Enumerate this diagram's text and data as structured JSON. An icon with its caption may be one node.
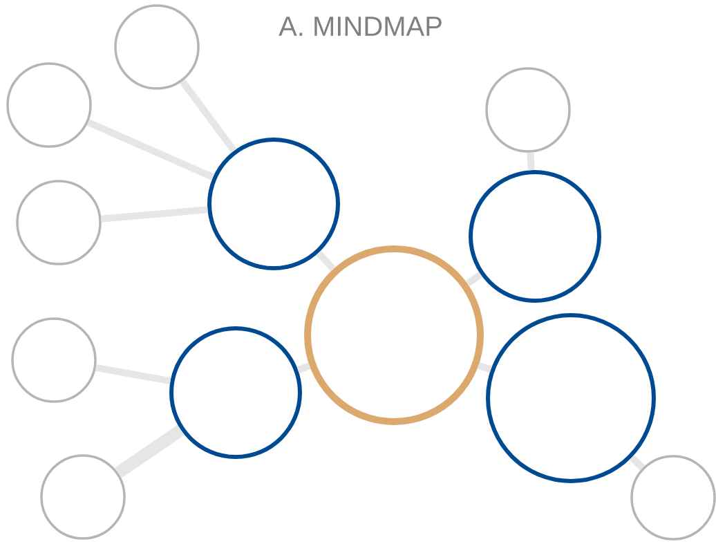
{
  "diagram": {
    "title": "A. MINDMAP",
    "nodes": [
      {
        "text": [],
        "shape": "circle"
      },
      {
        "text": [],
        "shape": "circle"
      },
      {
        "text": [],
        "shape": "circle"
      },
      {
        "text": [],
        "shape": "circle"
      },
      {
        "text": [],
        "shape": "circle"
      },
      {
        "text": [],
        "shape": "circle"
      },
      {
        "text": [],
        "shape": "circle"
      },
      {
        "text": [],
        "shape": "circle"
      },
      {
        "text": [],
        "shape": "circle"
      },
      {
        "text": [],
        "shape": "circle"
      },
      {
        "text": [],
        "shape": "circle"
      },
      {
        "text": [],
        "shape": "circle"
      }
    ],
    "edges": [
      {
        "from": 6,
        "to": 3,
        "arrow": "none"
      },
      {
        "from": 6,
        "to": 5,
        "arrow": "none"
      },
      {
        "from": 6,
        "to": 8,
        "arrow": "none"
      },
      {
        "from": 6,
        "to": 9,
        "arrow": "none"
      },
      {
        "from": 3,
        "to": 0,
        "arrow": "none"
      },
      {
        "from": 3,
        "to": 1,
        "arrow": "none"
      },
      {
        "from": 3,
        "to": 4,
        "arrow": "none"
      },
      {
        "from": 5,
        "to": 2,
        "arrow": "none"
      },
      {
        "from": 8,
        "to": 7,
        "arrow": "none"
      },
      {
        "from": 8,
        "to": 10,
        "arrow": "none",
        "style": "thick"
      },
      {
        "from": 9,
        "to": 11,
        "arrow": "none"
      }
    ]
  }
}
